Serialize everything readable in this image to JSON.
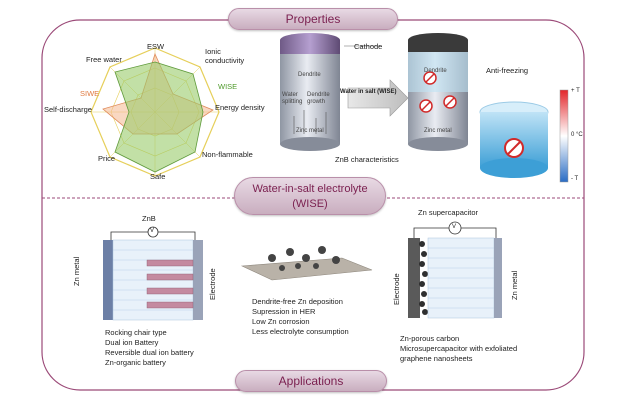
{
  "header": {
    "properties": "Properties",
    "wise": "Water-in-salt electrolyte (WISE)",
    "applications": "Applications"
  },
  "radar": {
    "axes": [
      "ESW",
      "Ionic conductivity",
      "Energy density",
      "Non-flammable",
      "Safe",
      "Price",
      "Self-discharge",
      "Free water"
    ],
    "legend": [
      "SIWE",
      "WISE"
    ],
    "colors": {
      "siwe": "#f4a77a",
      "wise": "#9acb6a",
      "grid": "#e6cf5a"
    }
  },
  "battery": {
    "cathode": "Cathode",
    "arrow_label": "Water in salt (WISE)",
    "caption": "ZnB characteristics",
    "left_labels": [
      "Dendrite",
      "Water splitting",
      "Dendrite growth",
      "Zinc metal"
    ],
    "right_labels": [
      "Dendrite",
      "Zinc metal"
    ],
    "anti_freezing": "Anti-freezing",
    "temp_labels": [
      "+ T",
      "0 °C",
      "- T"
    ]
  },
  "bottom": {
    "znb": {
      "title": "ZnB",
      "meter": "V",
      "zn_metal": "Zn metal",
      "electrode": "Electrode",
      "list": [
        "Rocking chair type",
        "Dual ion Battery",
        "Reversible dual ion battery",
        "Zn-organic battery"
      ]
    },
    "middle": {
      "list": [
        "Dendrite-free Zn deposition",
        "Supression in HER",
        "Low Zn corrosion",
        "Less electrolyte consumption"
      ]
    },
    "supercap": {
      "title": "Zn supercapacitor",
      "meter": "V",
      "electrode": "Electrode",
      "zn_metal": "Zn metal",
      "list": [
        "Zn-porous carbon",
        "Microsupercapacitor with exfoliated",
        "graphene nanosheets"
      ]
    }
  }
}
